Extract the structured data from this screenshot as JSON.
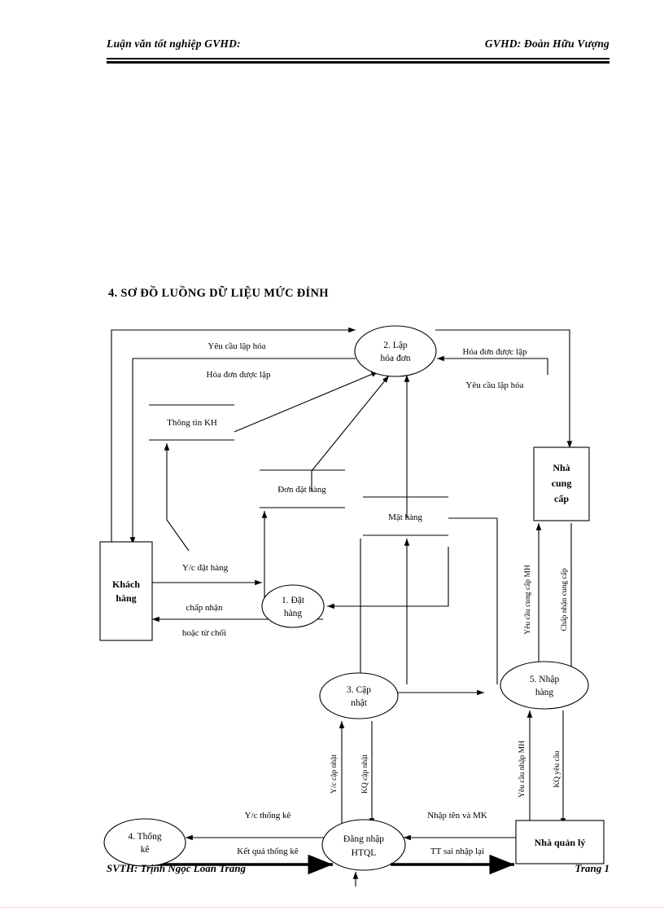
{
  "document": {
    "header": {
      "left": "Luận văn tốt nghiệp GVHD:",
      "right": "GVHD: Đoàn Hữu Vượng"
    },
    "section_title": "4. SƠ ĐỒ LUỒNG DỮ LIỆU MỨC ĐỈNH",
    "footer": {
      "left": "SVTH: Trịnh Ngọc Loan Trang",
      "right": "Trang 1"
    }
  },
  "diagram": {
    "type": "data-flow-diagram",
    "processes": [
      {
        "id": "p2",
        "line1": "2. Lập",
        "line2": "hóa đơn"
      },
      {
        "id": "p1",
        "line1": "1. Đặt",
        "line2": "hàng"
      },
      {
        "id": "p5",
        "line1": "5. Nhập",
        "line2": "hàng"
      },
      {
        "id": "p3",
        "line1": "3. Cập",
        "line2": "nhật"
      },
      {
        "id": "p4",
        "line1": "4. Thống",
        "line2": "kê"
      },
      {
        "id": "login",
        "line1": "Đăng nhập",
        "line2": "HTQL"
      }
    ],
    "entities": [
      {
        "id": "kh",
        "line1": "Khách",
        "line2": "hàng",
        "line3": ""
      },
      {
        "id": "ncc",
        "line1": "Nhà",
        "line2": "cung",
        "line3": "cấp"
      },
      {
        "id": "nql",
        "line1": "Nhà quản  lý",
        "line2": "",
        "line3": ""
      }
    ],
    "datastores": [
      {
        "id": "ds_kh",
        "label": "Thông tin KH"
      },
      {
        "id": "ds_ddh",
        "label": "Đơn đặt hàng"
      },
      {
        "id": "ds_mh",
        "label": "Mặt hàng"
      }
    ],
    "flows": [
      {
        "id": "f1",
        "label": "Yêu cầu lập hóa"
      },
      {
        "id": "f2",
        "label": "Hóa đơn được lập"
      },
      {
        "id": "f3",
        "label": "Hóa đơn được lập"
      },
      {
        "id": "f4",
        "label": "Yêu cầu lập hóa"
      },
      {
        "id": "f5",
        "label": "Y/c đặt hàng"
      },
      {
        "id": "f6",
        "label": "chấp nhận"
      },
      {
        "id": "f7",
        "label": "hoặc từ chối"
      },
      {
        "id": "f8",
        "label": "Yêu cầu cung cấp MH"
      },
      {
        "id": "f9",
        "label": "Chấp nhận cung cấp"
      },
      {
        "id": "f10",
        "label": "Yêu cầu nhập MH"
      },
      {
        "id": "f11",
        "label": "KQ yêu cầu"
      },
      {
        "id": "f12",
        "label": "Y/c cập nhật"
      },
      {
        "id": "f13",
        "label": "KQ cập nhật"
      },
      {
        "id": "f14",
        "label": "Y/c thống kê"
      },
      {
        "id": "f15",
        "label": "Kết quả thống kê"
      },
      {
        "id": "f16",
        "label": "Nhập tên và MK"
      },
      {
        "id": "f17",
        "label": "TT sai  nhập lại"
      }
    ]
  }
}
